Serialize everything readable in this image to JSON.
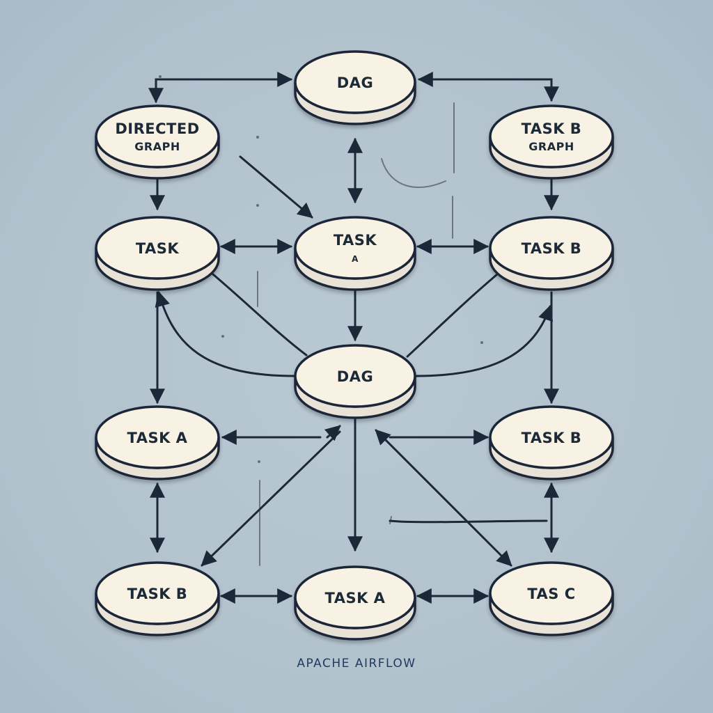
{
  "colors": {
    "node_fill": "#f7f2e4",
    "node_side": "#e8e3d6",
    "stroke": "#1b2838",
    "background": "#b6c6d0",
    "caption": "#1f3a5f"
  },
  "nodes": {
    "dag_top": {
      "line1": "DAG",
      "line2": ""
    },
    "directed_graph": {
      "line1": "DIRECTED",
      "line2": "GRAPH"
    },
    "task_b_graph": {
      "line1": "TASK B",
      "line2": "GRAPH"
    },
    "task_left": {
      "line1": "TASK",
      "line2": ""
    },
    "task_center": {
      "line1": "TASK",
      "line2": "A"
    },
    "task_b_right": {
      "line1": "TASK B",
      "line2": ""
    },
    "dag_center": {
      "line1": "DAG",
      "line2": ""
    },
    "task_a_left": {
      "line1": "TASK A",
      "line2": ""
    },
    "task_b_mid_right": {
      "line1": "TASK B",
      "line2": ""
    },
    "task_b_bottom_left": {
      "line1": "TASK B",
      "line2": ""
    },
    "task_a_bottom": {
      "line1": "TASK A",
      "line2": ""
    },
    "tas_c_bottom_right": {
      "line1": "TAS C",
      "line2": ""
    }
  },
  "caption": "APACHE AIRFLOW"
}
